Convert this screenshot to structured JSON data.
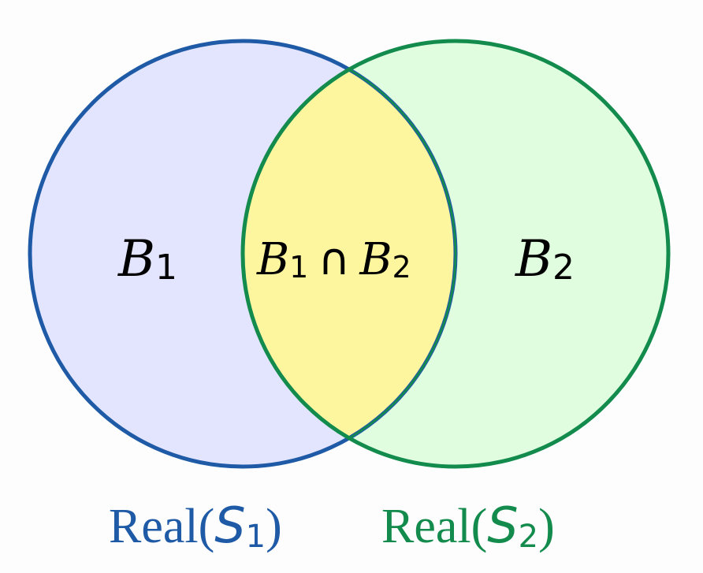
{
  "regions": {
    "left": {
      "letter": "B",
      "subscript": "1"
    },
    "intersection": {
      "left_letter": "B",
      "left_subscript": "1",
      "operator": "∩",
      "right_letter": "B",
      "right_subscript": "2"
    },
    "right": {
      "letter": "B",
      "subscript": "2"
    }
  },
  "labels": {
    "left": {
      "prefix": "Real(",
      "var": "S",
      "subscript": "1",
      "suffix": ")"
    },
    "right": {
      "prefix": "Real(",
      "var": "S",
      "subscript": "2",
      "suffix": ")"
    }
  },
  "colors": {
    "left_stroke": "#1f5aa6",
    "left_fill": "#e3e4fe",
    "right_stroke": "#128b4c",
    "right_fill": "#e0fde0",
    "intersection_fill": "#fdf69f",
    "label_left": "#1f5aa6",
    "label_right": "#128b4c"
  }
}
